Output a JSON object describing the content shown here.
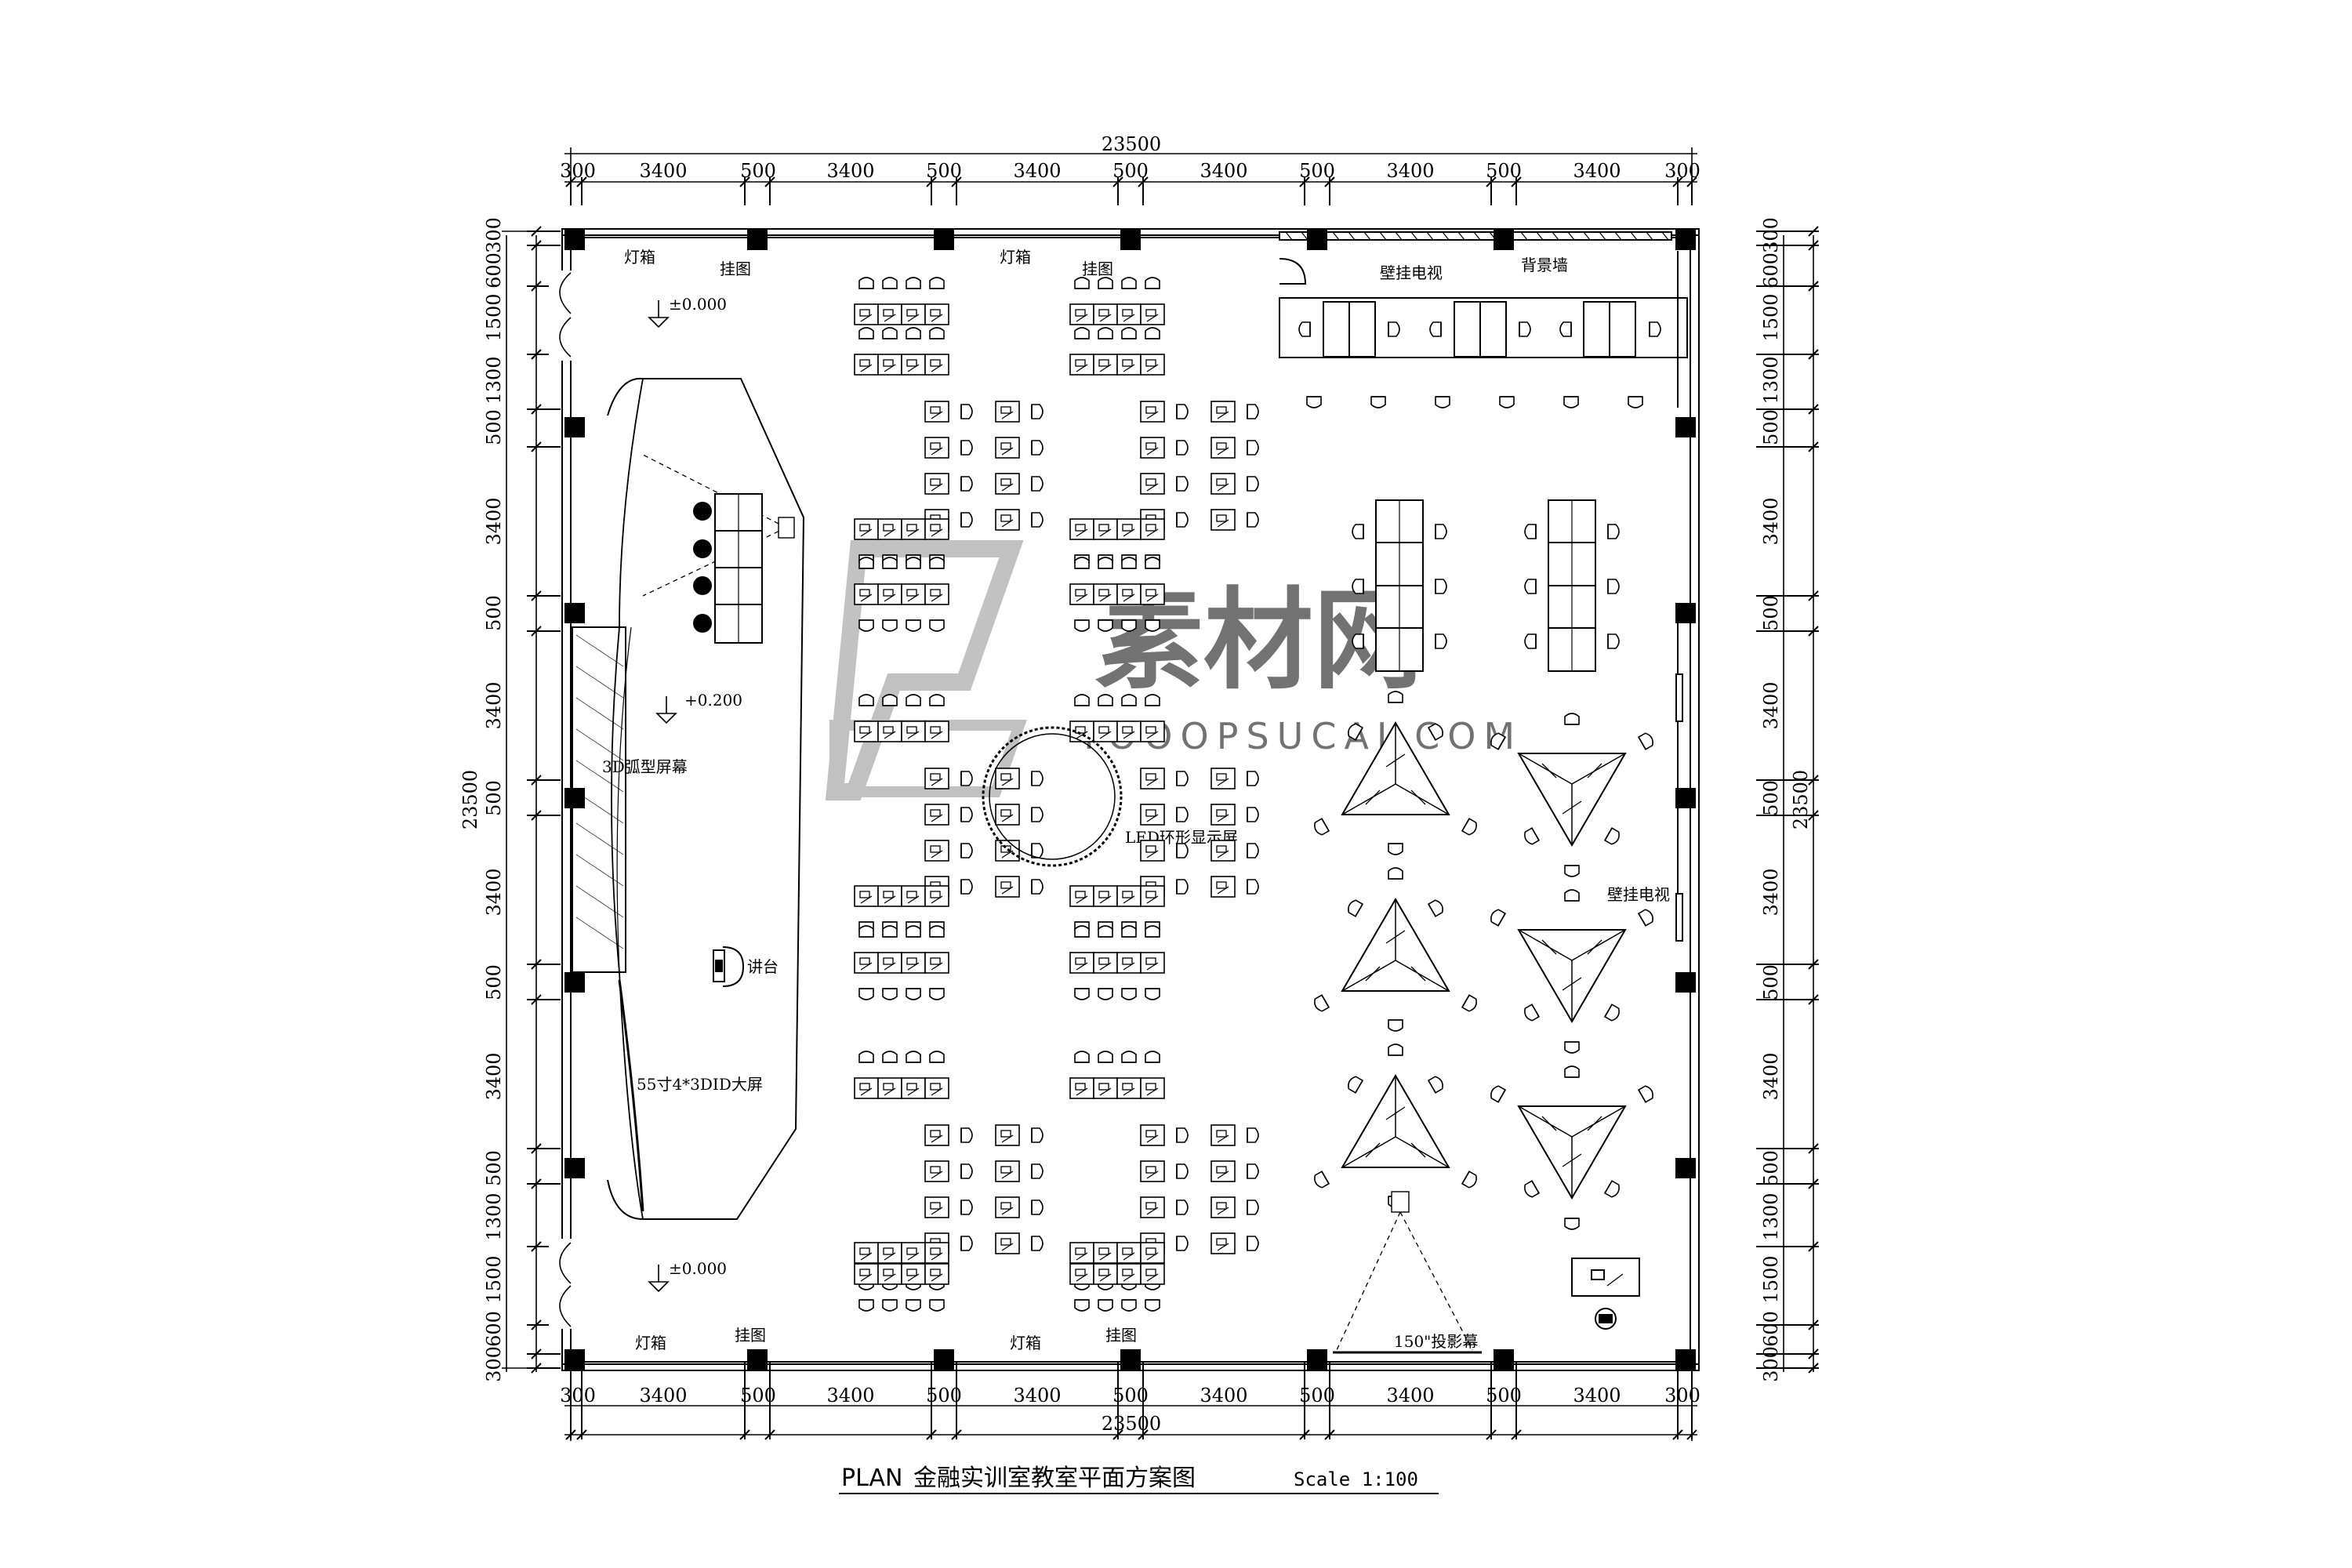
{
  "floor_plan": {
    "title": {
      "prefix": "PLAN",
      "name": "金融实训室教室平面方案图",
      "scale": "Scale 1:100"
    },
    "overall_width": "23500",
    "overall_height": "23500",
    "top_segments": [
      "300",
      "3400",
      "500",
      "3400",
      "500",
      "3400",
      "500",
      "3400",
      "500",
      "3400",
      "500",
      "3400",
      "300"
    ],
    "bottom_segments": [
      "300",
      "3400",
      "500",
      "3400",
      "500",
      "3400",
      "500",
      "3400",
      "500",
      "3400",
      "500",
      "3400",
      "300"
    ],
    "left_segments": [
      "300",
      "600",
      "1500",
      "1300",
      "500",
      "3400",
      "500",
      "3400",
      "500",
      "3400",
      "500",
      "3400",
      "500",
      "1300",
      "1500",
      "600",
      "300"
    ],
    "right_segments": [
      "300",
      "600",
      "1500",
      "1300",
      "500",
      "3400",
      "500",
      "3400",
      "500",
      "3400",
      "500",
      "3400",
      "500",
      "1300",
      "1500",
      "600",
      "300"
    ],
    "labels": {
      "light_box": "灯箱",
      "hanging_picture": "挂图",
      "wall_tv": "壁挂电视",
      "culture_wall": "背景墙",
      "level_entry": "±0.000",
      "level_stage": "+0.200",
      "screen_3d": "3D弧型屏幕",
      "podium": "讲台",
      "tv_wall_55": "55寸4*3DID大屏",
      "led_ring": "LED环形显示屏",
      "projection_screen": "150\"投影幕"
    },
    "watermark": {
      "brand": "素材网",
      "url": "TOOOPSUCAI.COM"
    }
  }
}
